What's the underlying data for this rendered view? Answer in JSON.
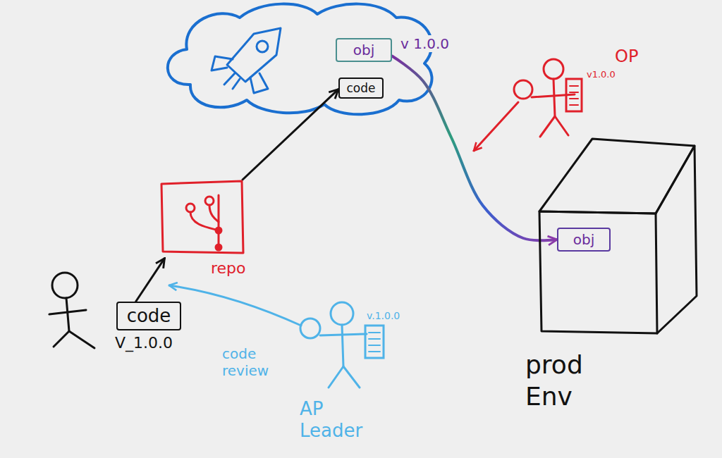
{
  "diagram": {
    "nodes": [
      {
        "text": [
          "code"
        ]
      },
      {
        "text": [
          "repo"
        ]
      },
      {
        "text": [
          "obj"
        ]
      },
      {
        "text": [
          "code"
        ]
      },
      {
        "text": [
          "prod Env"
        ]
      },
      {
        "text": [
          "obj"
        ],
        "in": 4
      }
    ],
    "edges": [
      {
        "from": 0,
        "to": 1,
        "arrow": "to"
      },
      {
        "from": 1,
        "to": 3,
        "arrow": "to"
      },
      {
        "from": 2,
        "to": 5,
        "arrow": "to"
      }
    ],
    "labels": [
      "V_1.0.0",
      "v 1.0.0",
      "OP",
      "v1.0.0",
      "v.1.0.0",
      "code review",
      "AP Leader"
    ]
  }
}
